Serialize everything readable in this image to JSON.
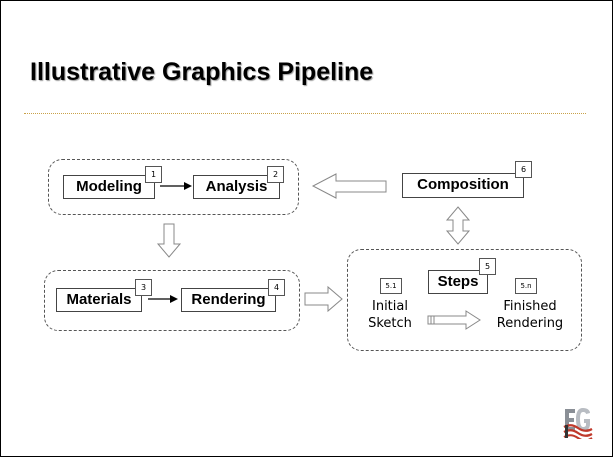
{
  "slide": {
    "title": "Illustrative Graphics Pipeline"
  },
  "diagram": {
    "nodes": {
      "modeling": {
        "label": "Modeling",
        "number": "1"
      },
      "analysis": {
        "label": "Analysis",
        "number": "2"
      },
      "materials": {
        "label": "Materials",
        "number": "3"
      },
      "rendering": {
        "label": "Rendering",
        "number": "4"
      },
      "steps": {
        "label": "Steps",
        "number": "5"
      },
      "composition": {
        "label": "Composition",
        "number": "6"
      },
      "initial_sketch": {
        "line1": "Initial",
        "line2": "Sketch",
        "number": "5.1"
      },
      "finished_rendering": {
        "line1": "Finished",
        "line2": "Rendering",
        "number": "5.n"
      }
    }
  },
  "logo": {
    "text": "EG"
  }
}
